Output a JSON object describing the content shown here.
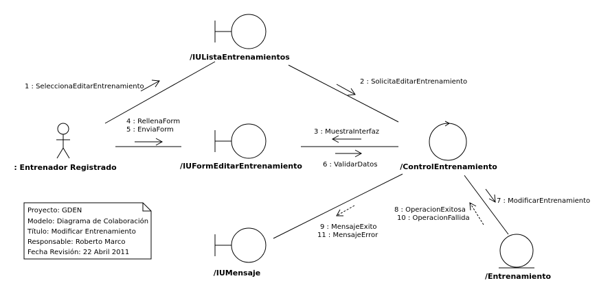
{
  "objects": {
    "actor": ": Entrenador Registrado",
    "lista": "/IUListaEntrenamientos",
    "form": "/IUFormEditarEntrenamiento",
    "control": "/ControlEntrenamiento",
    "mensaje": "/IUMensaje",
    "entrenamiento": "/Entrenamiento"
  },
  "messages": {
    "m1": "1 : SeleccionaEditarEntrenamiento",
    "m2": "2 : SolicitaEditarEntrenamiento",
    "m3": "3 : MuestraInterfaz",
    "m4": "4 : RellenaForm",
    "m5": "5 : EnviaForm",
    "m6": "6 : ValidarDatos",
    "m7": "7 : ModificarEntrenamiento",
    "m8": "8 : OperacionExitosa",
    "m10": "10 : OperacionFallida",
    "m9": "9 : MensajeExito",
    "m11": "11 : MensajeError"
  },
  "note": {
    "line1": "Proyecto: GDEN",
    "line2": "Modelo: Diagrama de Colaboración",
    "line3": "Título: Modificar Entrenamiento",
    "line4": "Responsable: Roberto Marco",
    "line5": "Fecha Revisión: 22 Abril 2011"
  }
}
